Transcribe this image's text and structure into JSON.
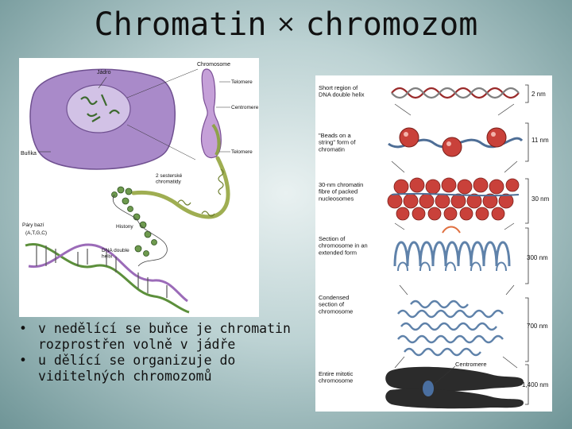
{
  "slide": {
    "title_part1": "Chromatin",
    "title_symbol": "×",
    "title_part2": "chromozom"
  },
  "left_figure": {
    "labels": {
      "nucleus": "Jádro",
      "chromosome": "Chromosome",
      "telomere_top": "Telomere",
      "centromere": "Centromere",
      "telomere_bottom": "Telomere",
      "cell": "Buňka",
      "chromatid": "2 sesterské chromatidy",
      "base_pairs": "Páry bazí",
      "bases": "(A,T,G,C)",
      "histones": "Histony",
      "dna": "DNA double helix"
    }
  },
  "right_figure": {
    "stages": [
      {
        "label": "Short region of DNA double helix",
        "scale": "2 nm"
      },
      {
        "label": "\"Beads on a string\" form of chromatin",
        "scale": "11 nm"
      },
      {
        "label": "30-nm chromatin fibre of packed nucleosomes",
        "scale": "30 nm"
      },
      {
        "label": "Section of chromosome in an extended form",
        "scale": "300 nm"
      },
      {
        "label": "Condensed section of chromosome",
        "scale": "700 nm"
      },
      {
        "label": "Entire mitotic chromosome",
        "scale": "1,400 nm"
      }
    ],
    "centromere_label": "Centromere"
  },
  "bullets": [
    "v nedělící se buňce je chromatin rozprostřen volně v jádře",
    "u dělící se organizuje do viditelných chromozomů"
  ],
  "colors": {
    "cell": "#a98ac9",
    "chromosome": "#c5a0d8",
    "fiber": "#bcc97a",
    "helix_green": "#5c8f3b",
    "helix_purple": "#9b6bb8",
    "bead": "#c9413a",
    "chromatin_blue": "#5f82aa",
    "mitotic": "#2b2b2b"
  }
}
